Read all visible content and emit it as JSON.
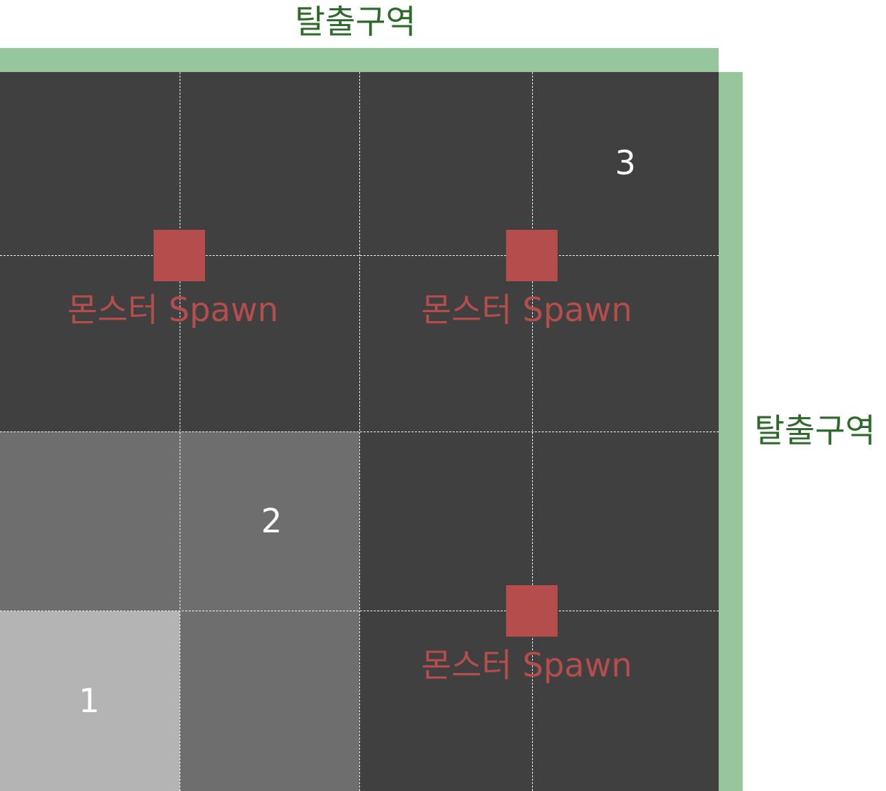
{
  "exit_zones": {
    "top_label": "탈출구역",
    "right_label": "탈출구역",
    "color": "#98c69c",
    "label_color": "#2e6b2a"
  },
  "map": {
    "background_color": "#404040",
    "grid_color": "#ffffff",
    "zones": [
      {
        "number": "1",
        "color": "#b4b4b4"
      },
      {
        "number": "2",
        "color": "#6e6e6e"
      },
      {
        "number": "3",
        "color": "#404040"
      }
    ],
    "spawns": [
      {
        "label": "몬스터 Spawn"
      },
      {
        "label": "몬스터 Spawn"
      },
      {
        "label": "몬스터 Spawn"
      }
    ],
    "spawn_color": "#b54d4d",
    "number_color": "#ffffff"
  }
}
